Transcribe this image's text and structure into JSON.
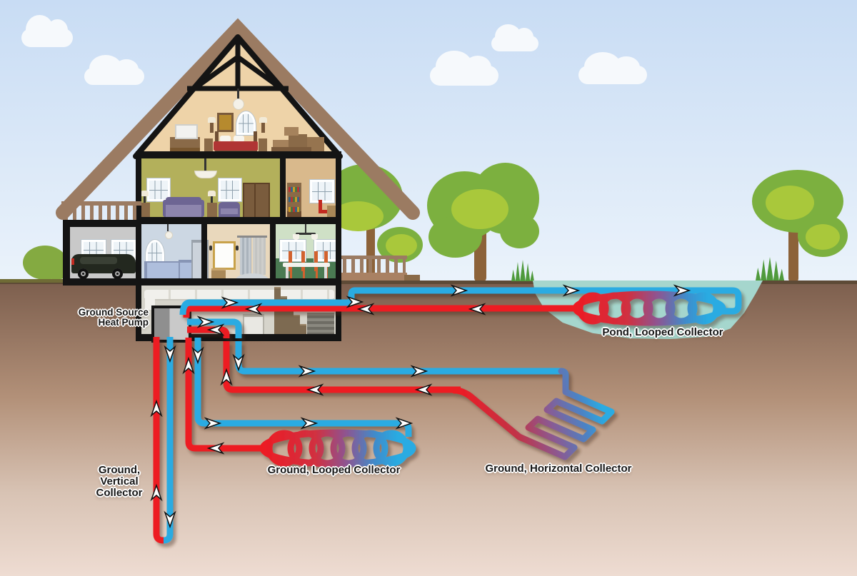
{
  "figure": {
    "type": "cutaway illustration",
    "subject": "Ground source heat pump with four geothermal collector configurations"
  },
  "labels": {
    "heat_pump": {
      "line1": "Ground Source",
      "line2": "Heat Pump"
    },
    "pond_looped_collector": "Pond, Looped Collector",
    "ground_looped_collector": "Ground, Looped Collector",
    "ground_horizontal_collector": "Ground, Horizontal Collector",
    "ground_vertical_collector": {
      "line1": "Ground,",
      "line2": "Vertical",
      "line3": "Collector"
    }
  },
  "colors": {
    "pipe-red": "#ed1c24",
    "pipe-blue": "#29abe2",
    "pond-water": "#a5d6cd",
    "sky-top": "#c8dcf4",
    "sky-bottom": "#ebf3fb",
    "cloud": "#f6f9fc",
    "ground-top": "#7c5e4d",
    "ground-mid": "#b39179",
    "ground-low": "#d8c3b4",
    "ground-bottom": "#eedcd2",
    "surface-line": "#5d4a36",
    "grass-line": "#6f6b35",
    "grass-tuft": "#4f9a3c",
    "foliage": "#7cb03f",
    "foliage-light": "#a9c83b",
    "trunk": "#8c6239",
    "bush": "#84aa41",
    "roof": "#9b7b62",
    "frame": "#141414",
    "attic-wall": "#eed3a8",
    "living-wall": "#b3b05b",
    "study-wall": "#d9b98c",
    "kitchen-wall": "#ccd7e3",
    "bath-wall": "#e9d8bc",
    "dining-wall": "#cfe0c6",
    "dining-wainscot": "#4a7a52",
    "garage-wall": "#c9c9c9",
    "basement-wall": "#d6d4cb",
    "deck": "#a98163",
    "wood": "#8a6a48",
    "duct": "#f1f0ec",
    "pump-dark": "#8f8f8f",
    "pump-light": "#c9c9c9",
    "sofa-purple": "#8d85ad",
    "sofa-dark": "#6d6593",
    "bed-red": "#b03434",
    "chair-orange": "#d2622e",
    "label-ink": "#161616",
    "arrow-fill": "#ffffff"
  }
}
